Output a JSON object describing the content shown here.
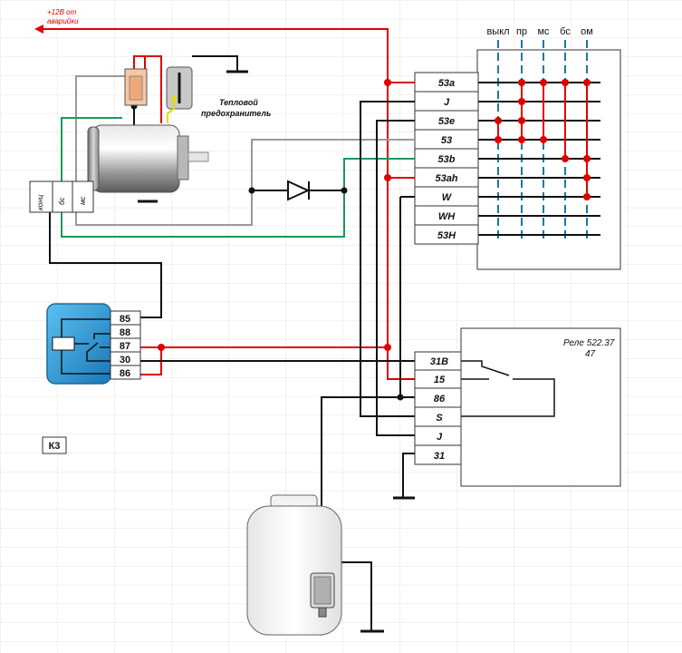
{
  "top_note": [
    "+12В от",
    "аварийки"
  ],
  "thermal_fuse_label": [
    "Тепловой",
    "предохранитель"
  ],
  "switch": {
    "positions": [
      "выкл",
      "пр",
      "мс",
      "бс",
      "ом"
    ],
    "terminals": [
      "53a",
      "J",
      "53e",
      "53",
      "53b",
      "53ah",
      "W",
      "WH",
      "53H"
    ]
  },
  "relay_box": {
    "terminals": [
      "85",
      "88",
      "87",
      "30",
      "86"
    ]
  },
  "motor_contacts": [
    "конц",
    "бс",
    "мс"
  ],
  "relay_522": {
    "title_line1": "Реле  522.37",
    "title_line2": "47",
    "terminals": [
      "31B",
      "15",
      "86",
      "S",
      "J",
      "31"
    ]
  },
  "k3_label": "К3",
  "colors": {
    "red_wire": "#e00000",
    "green_wire": "#1a9a5a",
    "grey_wire": "#9a9a9a",
    "black_wire": "#111111",
    "column_dash": "#1a7aa0",
    "relay_box_fill": "#2b9ad6"
  }
}
